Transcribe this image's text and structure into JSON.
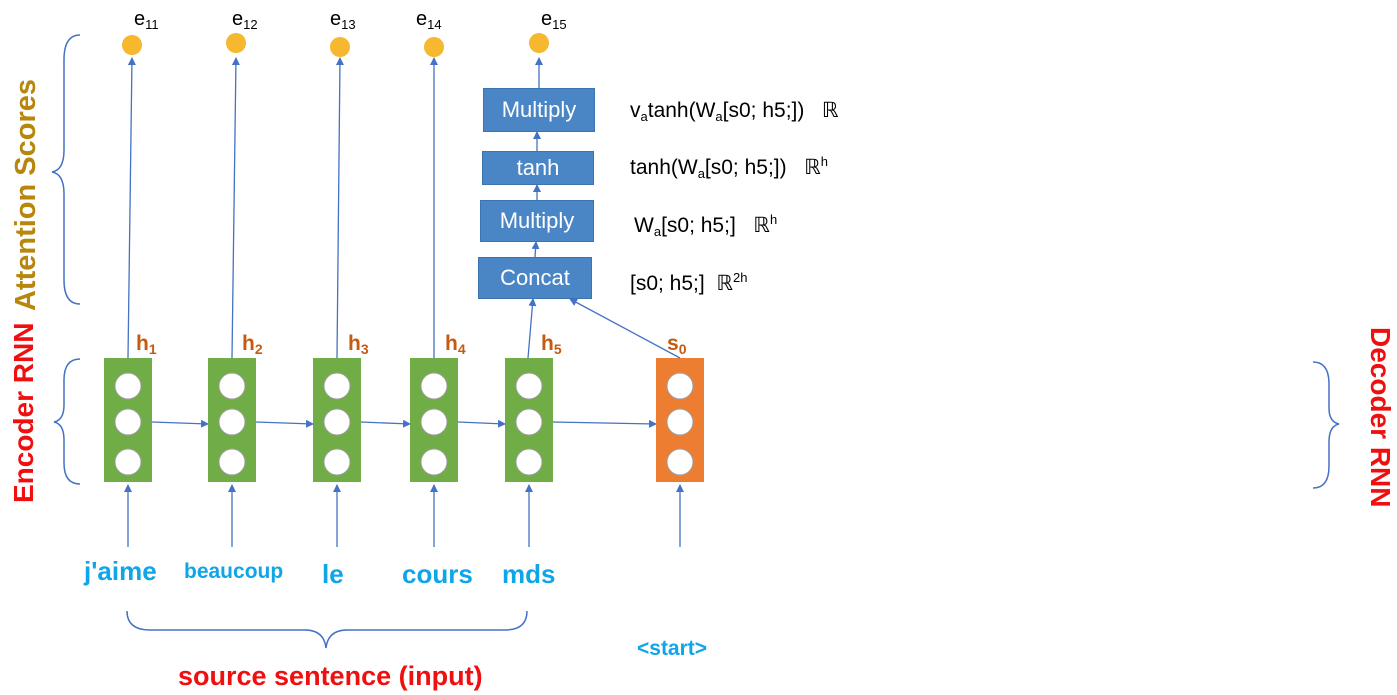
{
  "encoder": {
    "words": [
      "j'aime",
      "beaucoup",
      "le",
      "cours",
      "mds"
    ],
    "hidden_base": "h",
    "hidden_subs": [
      "1",
      "2",
      "3",
      "4",
      "5"
    ],
    "score_base": "e",
    "score_subs": [
      "11",
      "12",
      "13",
      "14",
      "15"
    ]
  },
  "decoder": {
    "start_token": "<start>",
    "state_base": "s",
    "state_sub": "0"
  },
  "ops": {
    "concat": "Concat",
    "multiply1": "Multiply",
    "tanh": "tanh",
    "multiply2": "Multiply"
  },
  "formulas": {
    "concat": {
      "text": "[s0; h5;]",
      "space": "ℝ",
      "space_sup": "2h"
    },
    "multiply1": {
      "prefix": "W",
      "prefix_sub": "a",
      "text": "[s0; h5;]",
      "space": "ℝ",
      "space_sup": "h"
    },
    "tanh": {
      "prefix": "tanh(W",
      "prefix_sub": "a",
      "text": "[s0; h5;])",
      "space": "ℝ",
      "space_sup": "h"
    },
    "multiply2": {
      "v": "v",
      "v_sub": "a",
      "prefix": "tanh(W",
      "prefix_sub": "a",
      "text": "[s0; h5;])",
      "space": "ℝ"
    }
  },
  "labels": {
    "attention_scores": "Attention Scores",
    "encoder_rnn": "Encoder RNN",
    "decoder_rnn": "Decoder RNN",
    "source_sentence": "source sentence (input)"
  },
  "colors": {
    "encoder_cell": "#70ad47",
    "decoder_cell": "#ed7d31",
    "score_dot": "#f5b82e",
    "op_box": "#4a86c5",
    "arrow": "#4472c4",
    "hidden_label": "#c55a11",
    "word": "#0ea5e9",
    "side_red": "#f00f0f",
    "side_gold": "#b8860b"
  }
}
